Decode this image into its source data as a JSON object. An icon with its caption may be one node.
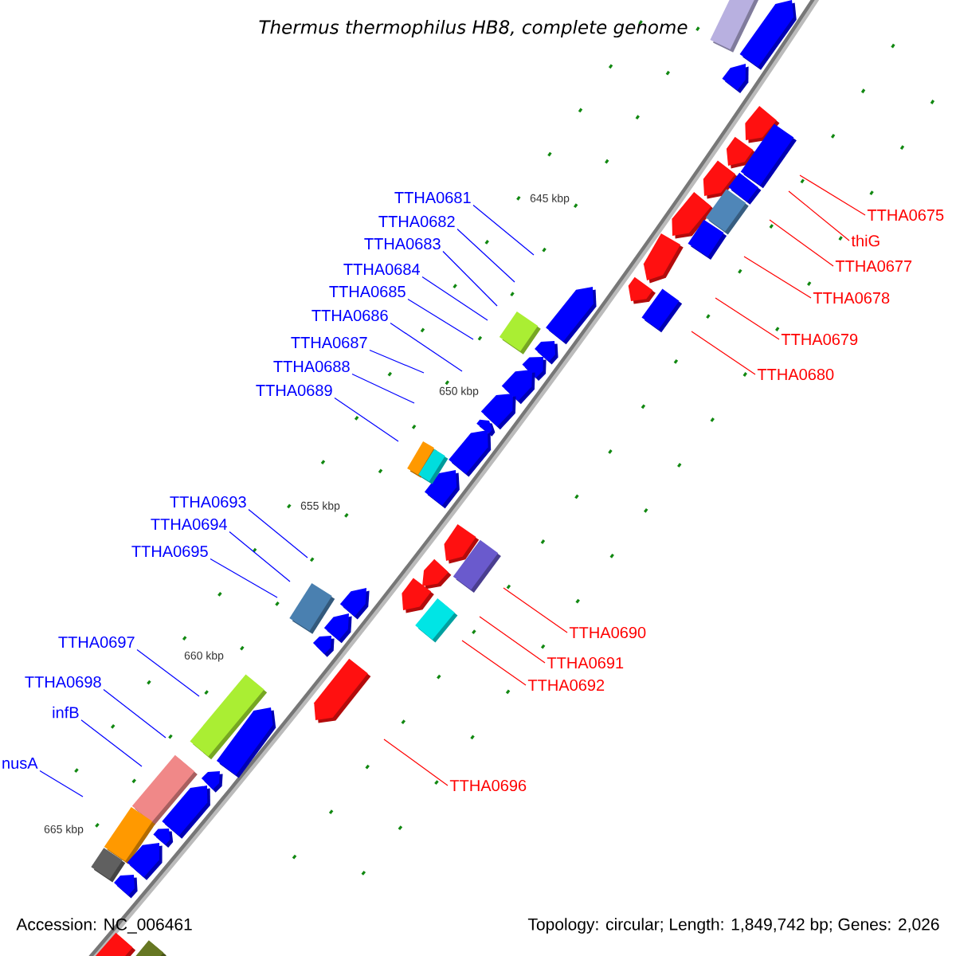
{
  "diagram": {
    "title": "Thermus thermophilus HB8, complete genome",
    "nodes": [
      {
        "text": [
          "TTHA0681"
        ]
      },
      {
        "text": [
          "TTHA0682"
        ]
      },
      {
        "text": [
          "TTHA0683"
        ]
      },
      {
        "text": [
          "TTHA0684"
        ]
      },
      {
        "text": [
          "TTHA0685"
        ]
      },
      {
        "text": [
          "TTHA0686"
        ]
      },
      {
        "text": [
          "TTHA0687"
        ]
      },
      {
        "text": [
          "TTHA0688"
        ]
      },
      {
        "text": [
          "TTHA0689"
        ]
      },
      {
        "text": [
          "TTHA0675"
        ]
      },
      {
        "text": [
          "thiG"
        ]
      },
      {
        "text": [
          "TTHA0677"
        ]
      },
      {
        "text": [
          "TTHA0678"
        ]
      },
      {
        "text": [
          "TTHA0679"
        ]
      },
      {
        "text": [
          "TTHA0680"
        ]
      },
      {
        "text": [
          "TTHA0690"
        ]
      },
      {
        "text": [
          "TTHA0691"
        ]
      },
      {
        "text": [
          "TTHA0692"
        ]
      },
      {
        "text": [
          "TTHA0693"
        ]
      },
      {
        "text": [
          "TTHA0694"
        ]
      },
      {
        "text": [
          "TTHA0695"
        ]
      },
      {
        "text": [
          "TTHA0696"
        ]
      },
      {
        "text": [
          "TTHA0697"
        ]
      },
      {
        "text": [
          "TTHA0698"
        ]
      },
      {
        "text": [
          "infB"
        ]
      },
      {
        "text": [
          "nusA"
        ]
      }
    ],
    "edges": [
      {
        "from": 0,
        "to": null,
        "arrow": "none"
      },
      {
        "from": 1,
        "to": null,
        "arrow": "none"
      },
      {
        "from": 2,
        "to": null,
        "arrow": "none"
      },
      {
        "from": 3,
        "to": null,
        "arrow": "none"
      },
      {
        "from": 4,
        "to": null,
        "arrow": "none"
      },
      {
        "from": 5,
        "to": null,
        "arrow": "none"
      },
      {
        "from": 6,
        "to": null,
        "arrow": "none"
      },
      {
        "from": 7,
        "to": null,
        "arrow": "none"
      },
      {
        "from": 8,
        "to": null,
        "arrow": "none"
      },
      {
        "from": 9,
        "to": null,
        "arrow": "none",
        "color": "#ff0000"
      },
      {
        "from": 10,
        "to": null,
        "arrow": "none",
        "color": "#ff0000"
      },
      {
        "from": 11,
        "to": null,
        "arrow": "none",
        "color": "#ff0000"
      },
      {
        "from": 12,
        "to": null,
        "arrow": "none",
        "color": "#ff0000"
      },
      {
        "from": 13,
        "to": null,
        "arrow": "none",
        "color": "#ff0000"
      },
      {
        "from": 14,
        "to": null,
        "arrow": "none",
        "color": "#ff0000"
      },
      {
        "from": 15,
        "to": null,
        "arrow": "none",
        "color": "#ff0000"
      },
      {
        "from": 16,
        "to": null,
        "arrow": "none",
        "color": "#ff0000"
      },
      {
        "from": 17,
        "to": null,
        "arrow": "none",
        "color": "#ff0000"
      },
      {
        "from": 18,
        "to": null,
        "arrow": "none"
      },
      {
        "from": 19,
        "to": null,
        "arrow": "none"
      },
      {
        "from": 20,
        "to": null,
        "arrow": "none"
      },
      {
        "from": 21,
        "to": null,
        "arrow": "none",
        "color": "#ff0000"
      },
      {
        "from": 22,
        "to": null,
        "arrow": "none"
      },
      {
        "from": 23,
        "to": null,
        "arrow": "none"
      },
      {
        "from": 24,
        "to": null,
        "arrow": "none"
      },
      {
        "from": 25,
        "to": null,
        "arrow": "none"
      }
    ],
    "labels": [
      "645 kbp",
      "650 kbp",
      "655 kbp",
      "660 kbp",
      "665 kbp",
      "Accession: NC_006461",
      "Topology: circular; Length: 1,849,742 bp; Genes: 2,026"
    ]
  }
}
